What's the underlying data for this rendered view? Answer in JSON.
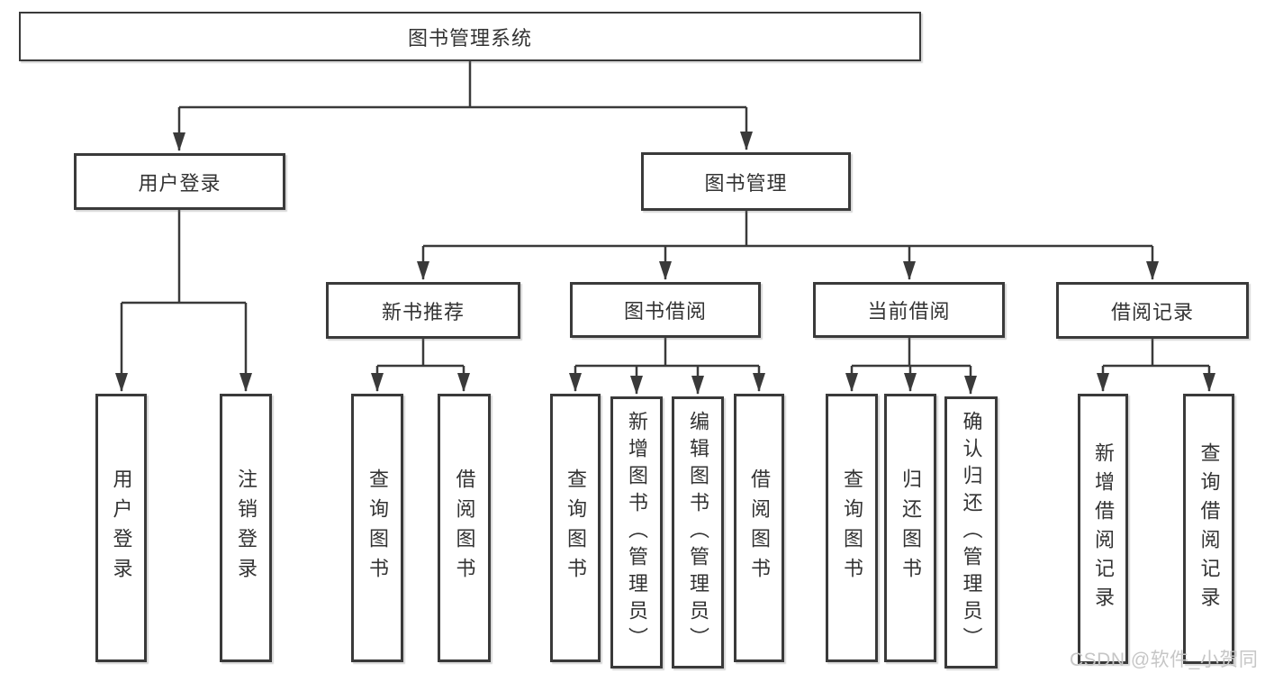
{
  "tree": {
    "root": "图书管理系统",
    "children": [
      {
        "label": "用户登录",
        "children": [
          "用户登录",
          "注销登录"
        ]
      },
      {
        "label": "图书管理",
        "children": [
          {
            "label": "新书推荐",
            "children": [
              "查询图书",
              "借阅图书"
            ]
          },
          {
            "label": "图书借阅",
            "children": [
              "查询图书",
              "新增图书（管理员）",
              "编辑图书（管理员）",
              "借阅图书"
            ]
          },
          {
            "label": "当前借阅",
            "children": [
              "查询图书",
              "归还图书",
              "确认归还（管理员）"
            ]
          },
          {
            "label": "借阅记录",
            "children": [
              "新增借阅记录",
              "查询借阅记录"
            ]
          }
        ]
      }
    ]
  },
  "watermark": "CSDN @软件_小贺同学",
  "colors": {
    "line": "#3a3a3a",
    "text": "#333333",
    "background": "#ffffff",
    "watermark": "#c6c6c6"
  }
}
